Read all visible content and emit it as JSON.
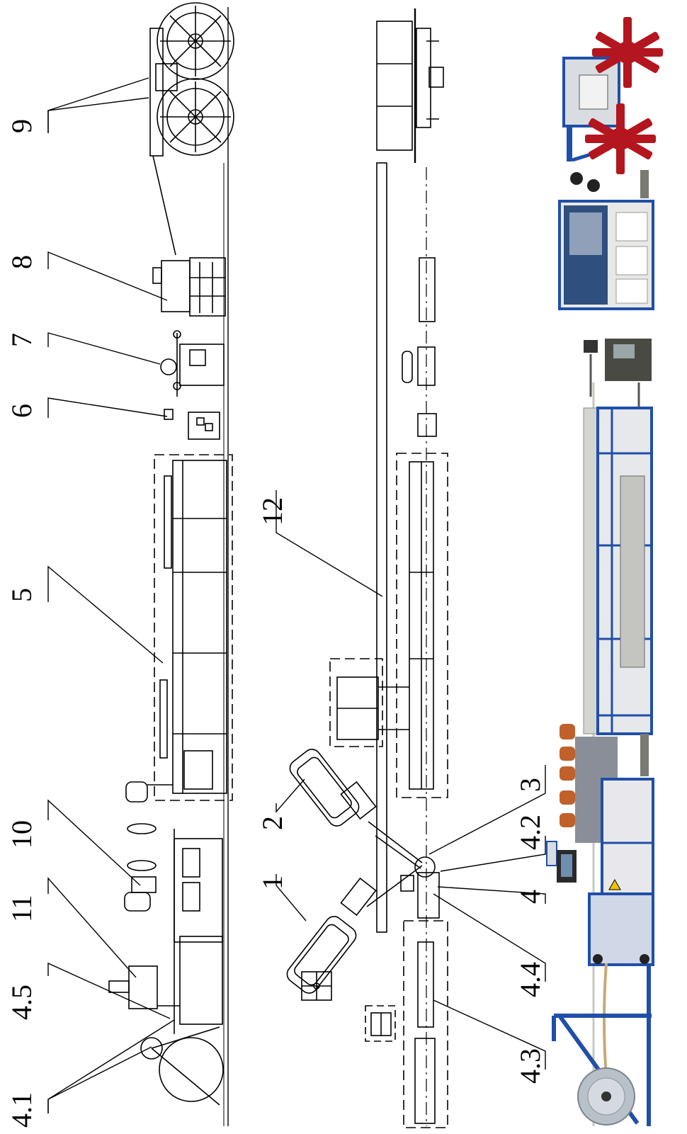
{
  "labels": {
    "l9": "9",
    "l8": "8",
    "l7": "7",
    "l6": "6",
    "l5": "5",
    "l10": "10",
    "l11": "11",
    "l4_5": "4.5",
    "l4_1": "4.1",
    "l12": "12",
    "l2": "2",
    "l1": "1",
    "l3": "3",
    "l4_2": "4.2",
    "l4": "4",
    "l4_4": "4.4",
    "l4_3": "4.3"
  },
  "colors": {
    "line": "#000000",
    "frame_blue": "#1f4fa8",
    "panel_grey": "#d9dde2",
    "reel_red": "#b3161e",
    "dark_cabinet": "#4a4a44"
  },
  "icons": {
    "warning": "warning-triangle-icon"
  }
}
